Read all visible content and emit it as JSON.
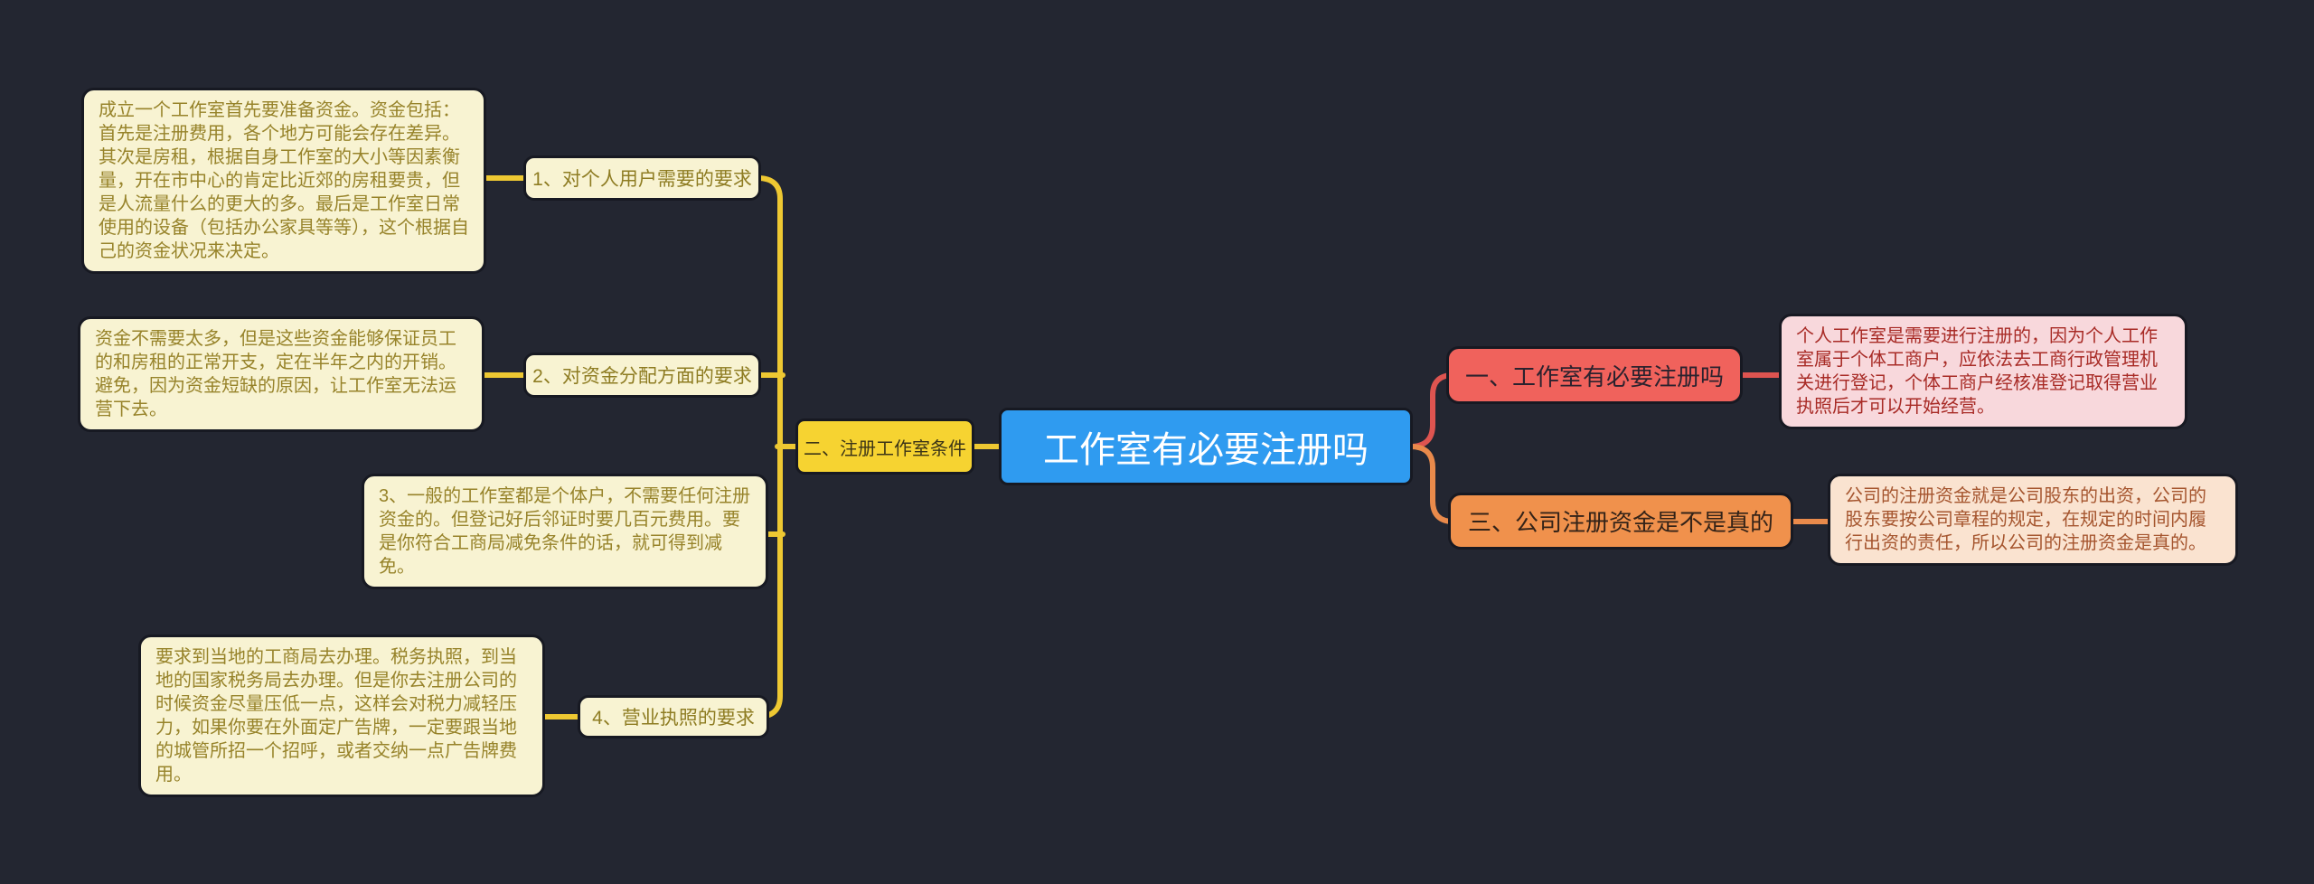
{
  "mindmap": {
    "root": {
      "label": "工作室有必要注册吗"
    },
    "left": {
      "topic": {
        "label": "二、注册工作室条件"
      },
      "children": [
        {
          "label": "1、对个人用户需要的要求",
          "note": "成立一个工作室首先要准备资金。资金包括：首先是注册费用，各个地方可能会存在差异。其次是房租，根据自身工作室的大小等因素衡量，开在市中心的肯定比近郊的房租要贵，但是人流量什么的更大的多。最后是工作室日常使用的设备（包括办公家具等等），这个根据自己的资金状况来决定。"
        },
        {
          "label": "2、对资金分配方面的要求",
          "note": "资金不需要太多，但是这些资金能够保证员工的和房租的正常开支，定在半年之内的开销。避免，因为资金短缺的原因，让工作室无法运营下去。"
        },
        {
          "note": "3、一般的工作室都是个体户，不需要任何注册资金的。但登记好后邻证时要几百元费用。要是你符合工商局减免条件的话，就可得到减免。"
        },
        {
          "label": "4、营业执照的要求",
          "note": "要求到当地的工商局去办理。税务执照，到当地的国家税务局去办理。但是你去注册公司的时候资金尽量压低一点，这样会对税力减轻压力，如果你要在外面定广告牌，一定要跟当地的城管所招一个招呼，或者交纳一点广告牌费用。"
        }
      ]
    },
    "right": [
      {
        "label": "一、工作室有必要注册吗",
        "note": "个人工作室是需要进行注册的，因为个人工作室属于个体工商户，应依法去工商行政管理机关进行登记，个体工商户经核准登记取得营业执照后才可以开始经营。"
      },
      {
        "label": "三、公司注册资金是不是真的",
        "note": "公司的注册资金就是公司股东的出资，公司的股东要按公司章程的规定，在规定的时间内履行出资的责任，所以公司的注册资金是真的。"
      }
    ],
    "colors": {
      "background": "#232631",
      "root_blue": "#2f9bf0",
      "topic_yellow": "#f6d331",
      "note_cream": "#f8f3d2",
      "branch_red": "#f0625c",
      "branch_orange": "#f0914c",
      "note_pink": "#f8d8dc",
      "note_peach": "#fae3d0",
      "line_yellow": "#eec832",
      "line_red": "#de5450",
      "line_orange": "#e98a4b"
    }
  }
}
